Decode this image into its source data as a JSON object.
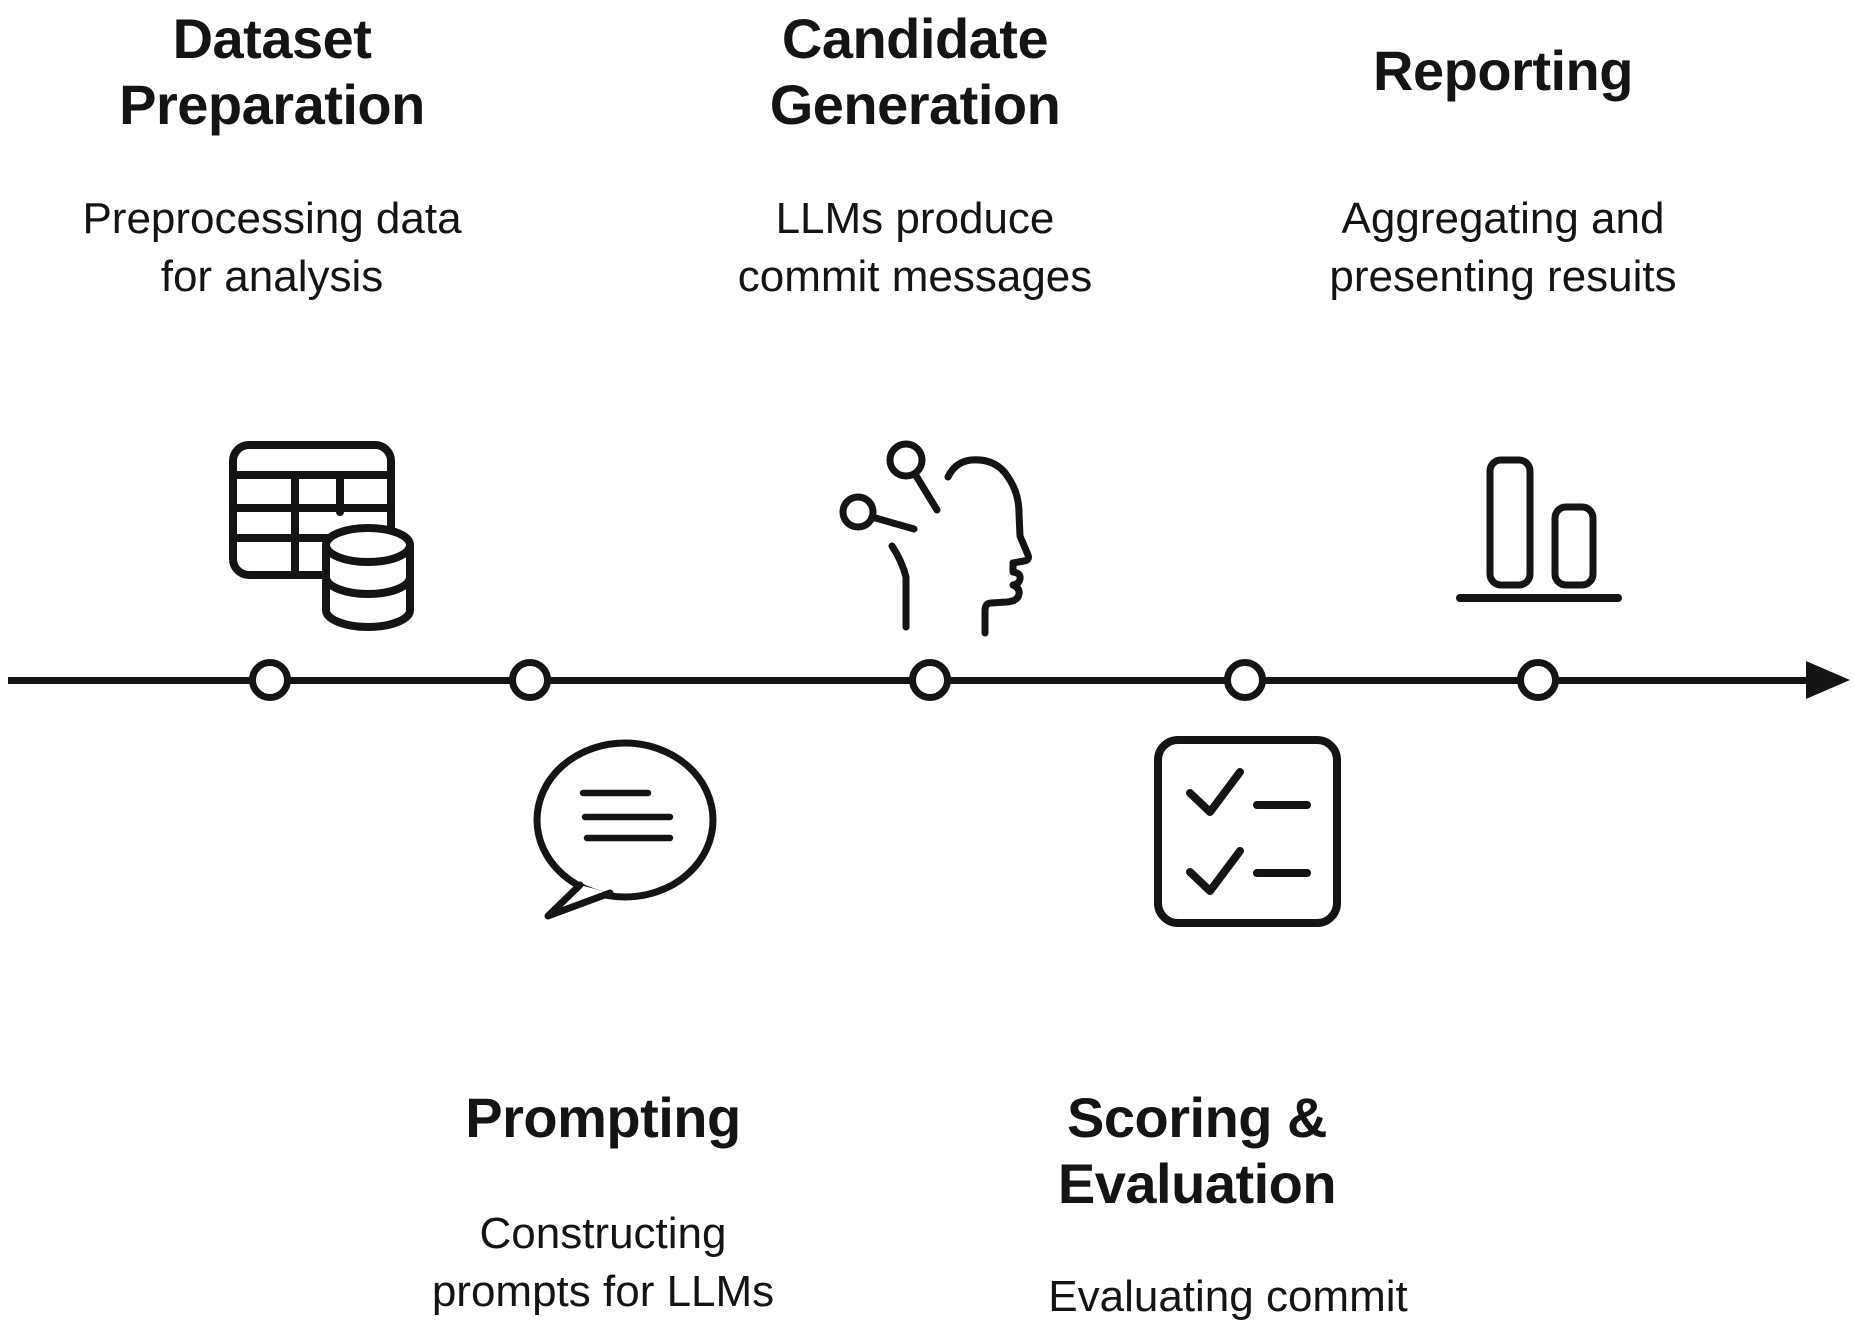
{
  "figure": {
    "background": "#ffffff",
    "ink": "#141414",
    "timeline": {
      "direction": "left-to-right",
      "node_count": 5,
      "arrowhead": "right"
    },
    "stages": [
      {
        "id": "dataset-preparation",
        "side": "above",
        "title": "Dataset\nPreparation",
        "description": "Preprocessing data\nfor analysis",
        "icon": "table-database-icon"
      },
      {
        "id": "prompting",
        "side": "below",
        "title": "Prompting",
        "description": "Constructing\nprompts for LLMs",
        "icon": "speech-bubble-icon"
      },
      {
        "id": "candidate-generation",
        "side": "above",
        "title": "Candidate\nGeneration",
        "description": "LLMs produce\ncommit messages",
        "icon": "ai-head-icon"
      },
      {
        "id": "scoring-evaluation",
        "side": "below",
        "title": "Scoring &\nEvaluation",
        "description": "Evaluating commit",
        "icon": "checklist-icon"
      },
      {
        "id": "reporting",
        "side": "above",
        "title": "Reporting",
        "description": "Aggregating and\npresenting resuits",
        "icon": "bar-chart-icon"
      }
    ]
  }
}
